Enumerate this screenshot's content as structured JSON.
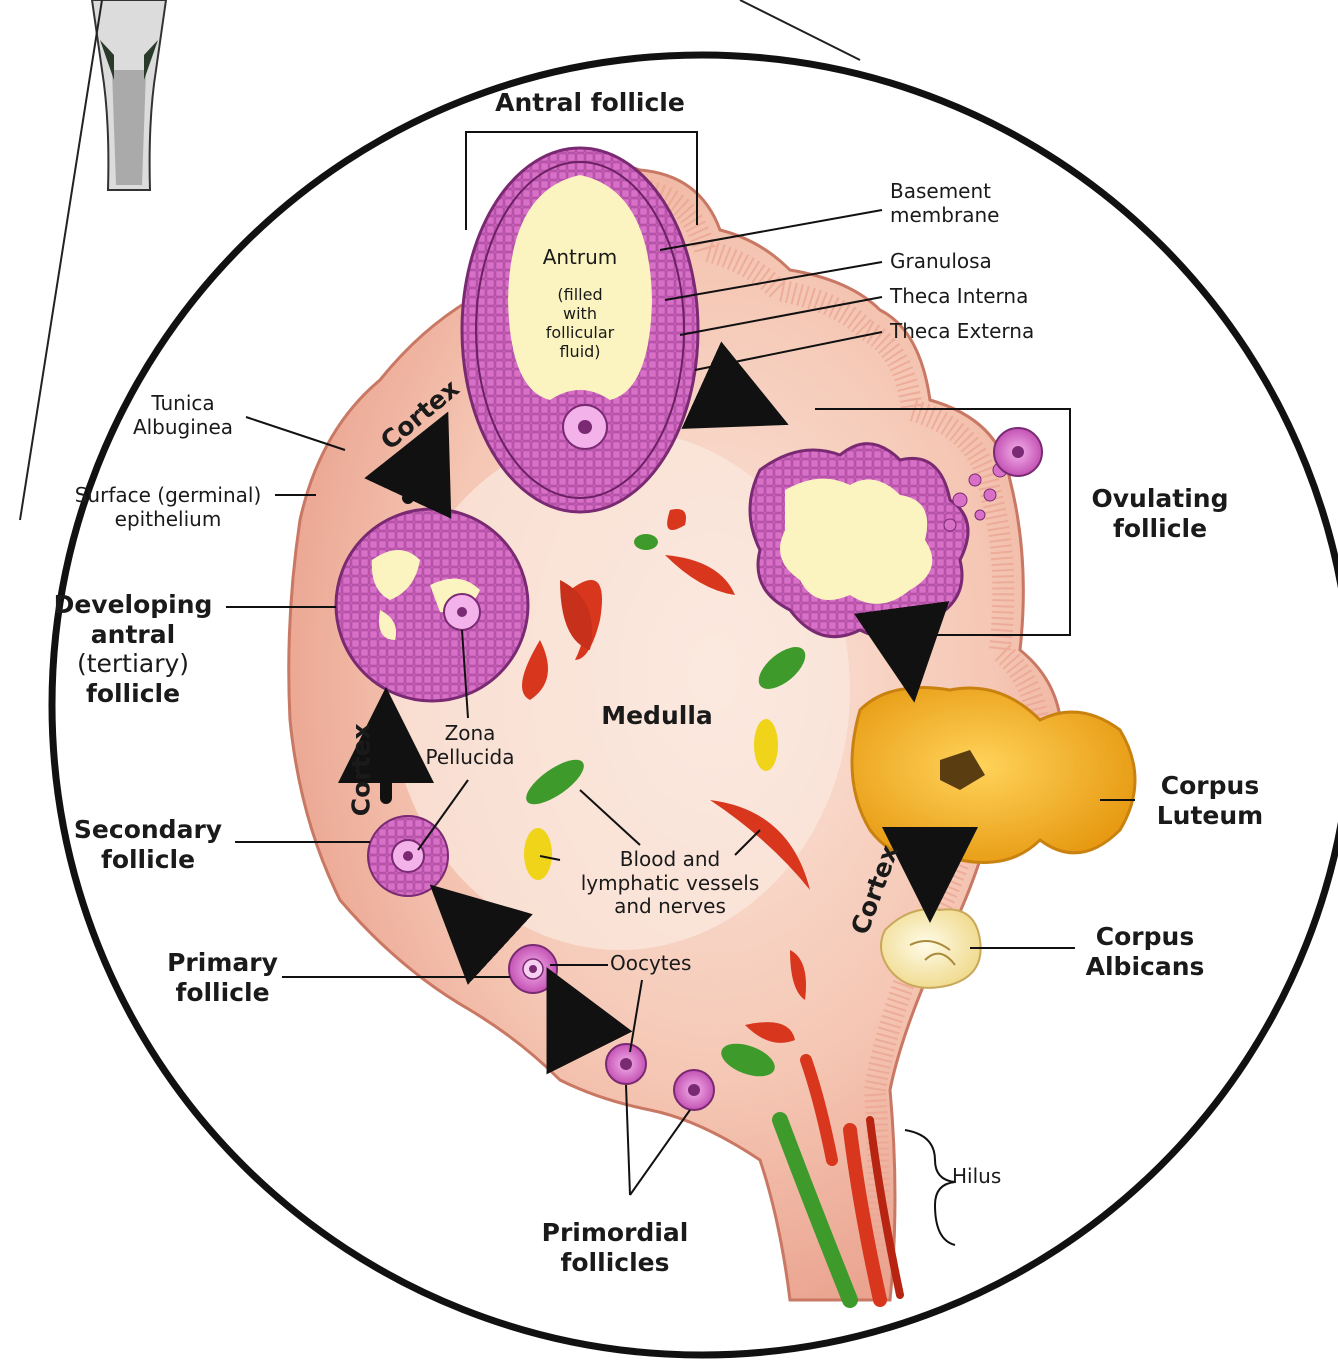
{
  "labels": {
    "antral_follicle": "Antral follicle",
    "basement_membrane": [
      "Basement",
      "membrane"
    ],
    "granulosa": "Granulosa",
    "theca_interna": "Theca Interna",
    "theca_externa": "Theca Externa",
    "antrum": "Antrum",
    "antrum_note": [
      "(filled",
      "with",
      "follicular",
      "fluid)"
    ],
    "tunica_albuginea": [
      "Tunica",
      "Albuginea"
    ],
    "surface_epithelium": [
      "Surface (germinal)",
      "epithelium"
    ],
    "developing_antral": [
      "Developing",
      "antral",
      "(tertiary)",
      "follicle"
    ],
    "zona_pellucida": [
      "Zona",
      "Pellucida"
    ],
    "medulla": "Medulla",
    "secondary_follicle": [
      "Secondary",
      "follicle"
    ],
    "primary_follicle": [
      "Primary",
      "follicle"
    ],
    "oocytes": "Oocytes",
    "blood_vessels": [
      "Blood and",
      "lymphatic vessels",
      "and nerves"
    ],
    "primordial_follicles": [
      "Primordial",
      "follicles"
    ],
    "ovulating_follicle": [
      "Ovulating",
      "follicle"
    ],
    "corpus_luteum": [
      "Corpus",
      "Luteum"
    ],
    "corpus_albicans": [
      "Corpus",
      "Albicans"
    ],
    "hilus": "Hilus",
    "cortex": "Cortex"
  },
  "colors": {
    "tissue": "#f2b9a4",
    "tissue_dark": "#d98572",
    "cortex_rim": "#e8998a",
    "follicle": "#d96ac9",
    "antrum_fluid": "#fbf4c0",
    "corpus_luteum": "#f2b41f",
    "vessel_red": "#d9361e",
    "vessel_green": "#3f9a2c",
    "nerve_yellow": "#f0d41a",
    "arrow": "#111111"
  }
}
